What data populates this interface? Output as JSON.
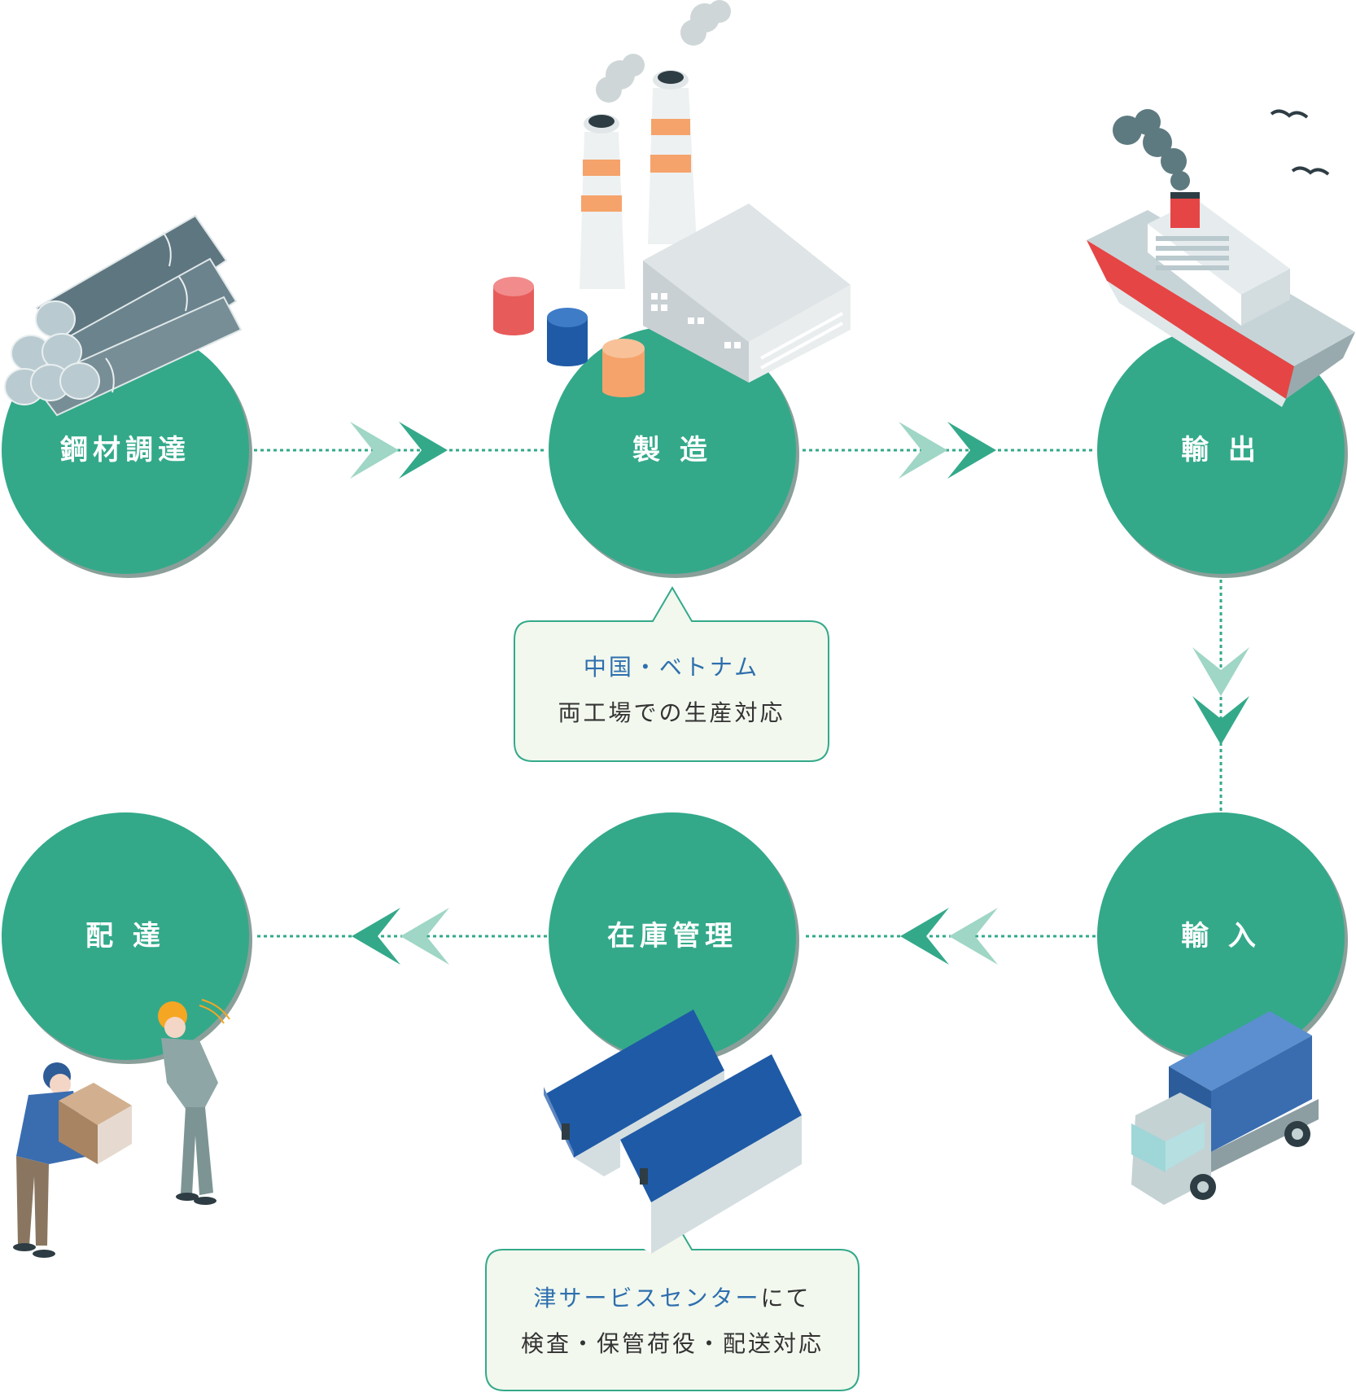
{
  "colors": {
    "node": "#33a98a",
    "node_shadow": "#8a9f99",
    "arrow_dark": "#33a98a",
    "arrow_light": "#9fd6c6",
    "bubble_fill": "#f2f8ee",
    "bubble_stroke": "#33a98a",
    "accent_text": "#2e6fae"
  },
  "nodes": {
    "steel": "鋼材調達",
    "manufacturing": "製 造",
    "export": "輸 出",
    "import": "輸 入",
    "inventory": "在庫管理",
    "delivery": "配 達"
  },
  "bubbles": {
    "manufacturing": {
      "line1": "中国・ベトナム",
      "line2": "両工場での生産対応"
    },
    "inventory": {
      "line1_accent": "津サービスセンター",
      "line1_rest": "にて",
      "line2": "検査・保管荷役・配送対応"
    }
  },
  "illustrations": {
    "steel": "steel-pipes-icon",
    "manufacturing": "factory-icon",
    "export": "cargo-ship-icon",
    "import": "delivery-truck-icon",
    "inventory": "warehouse-icon",
    "delivery": "workers-handing-box-icon"
  }
}
